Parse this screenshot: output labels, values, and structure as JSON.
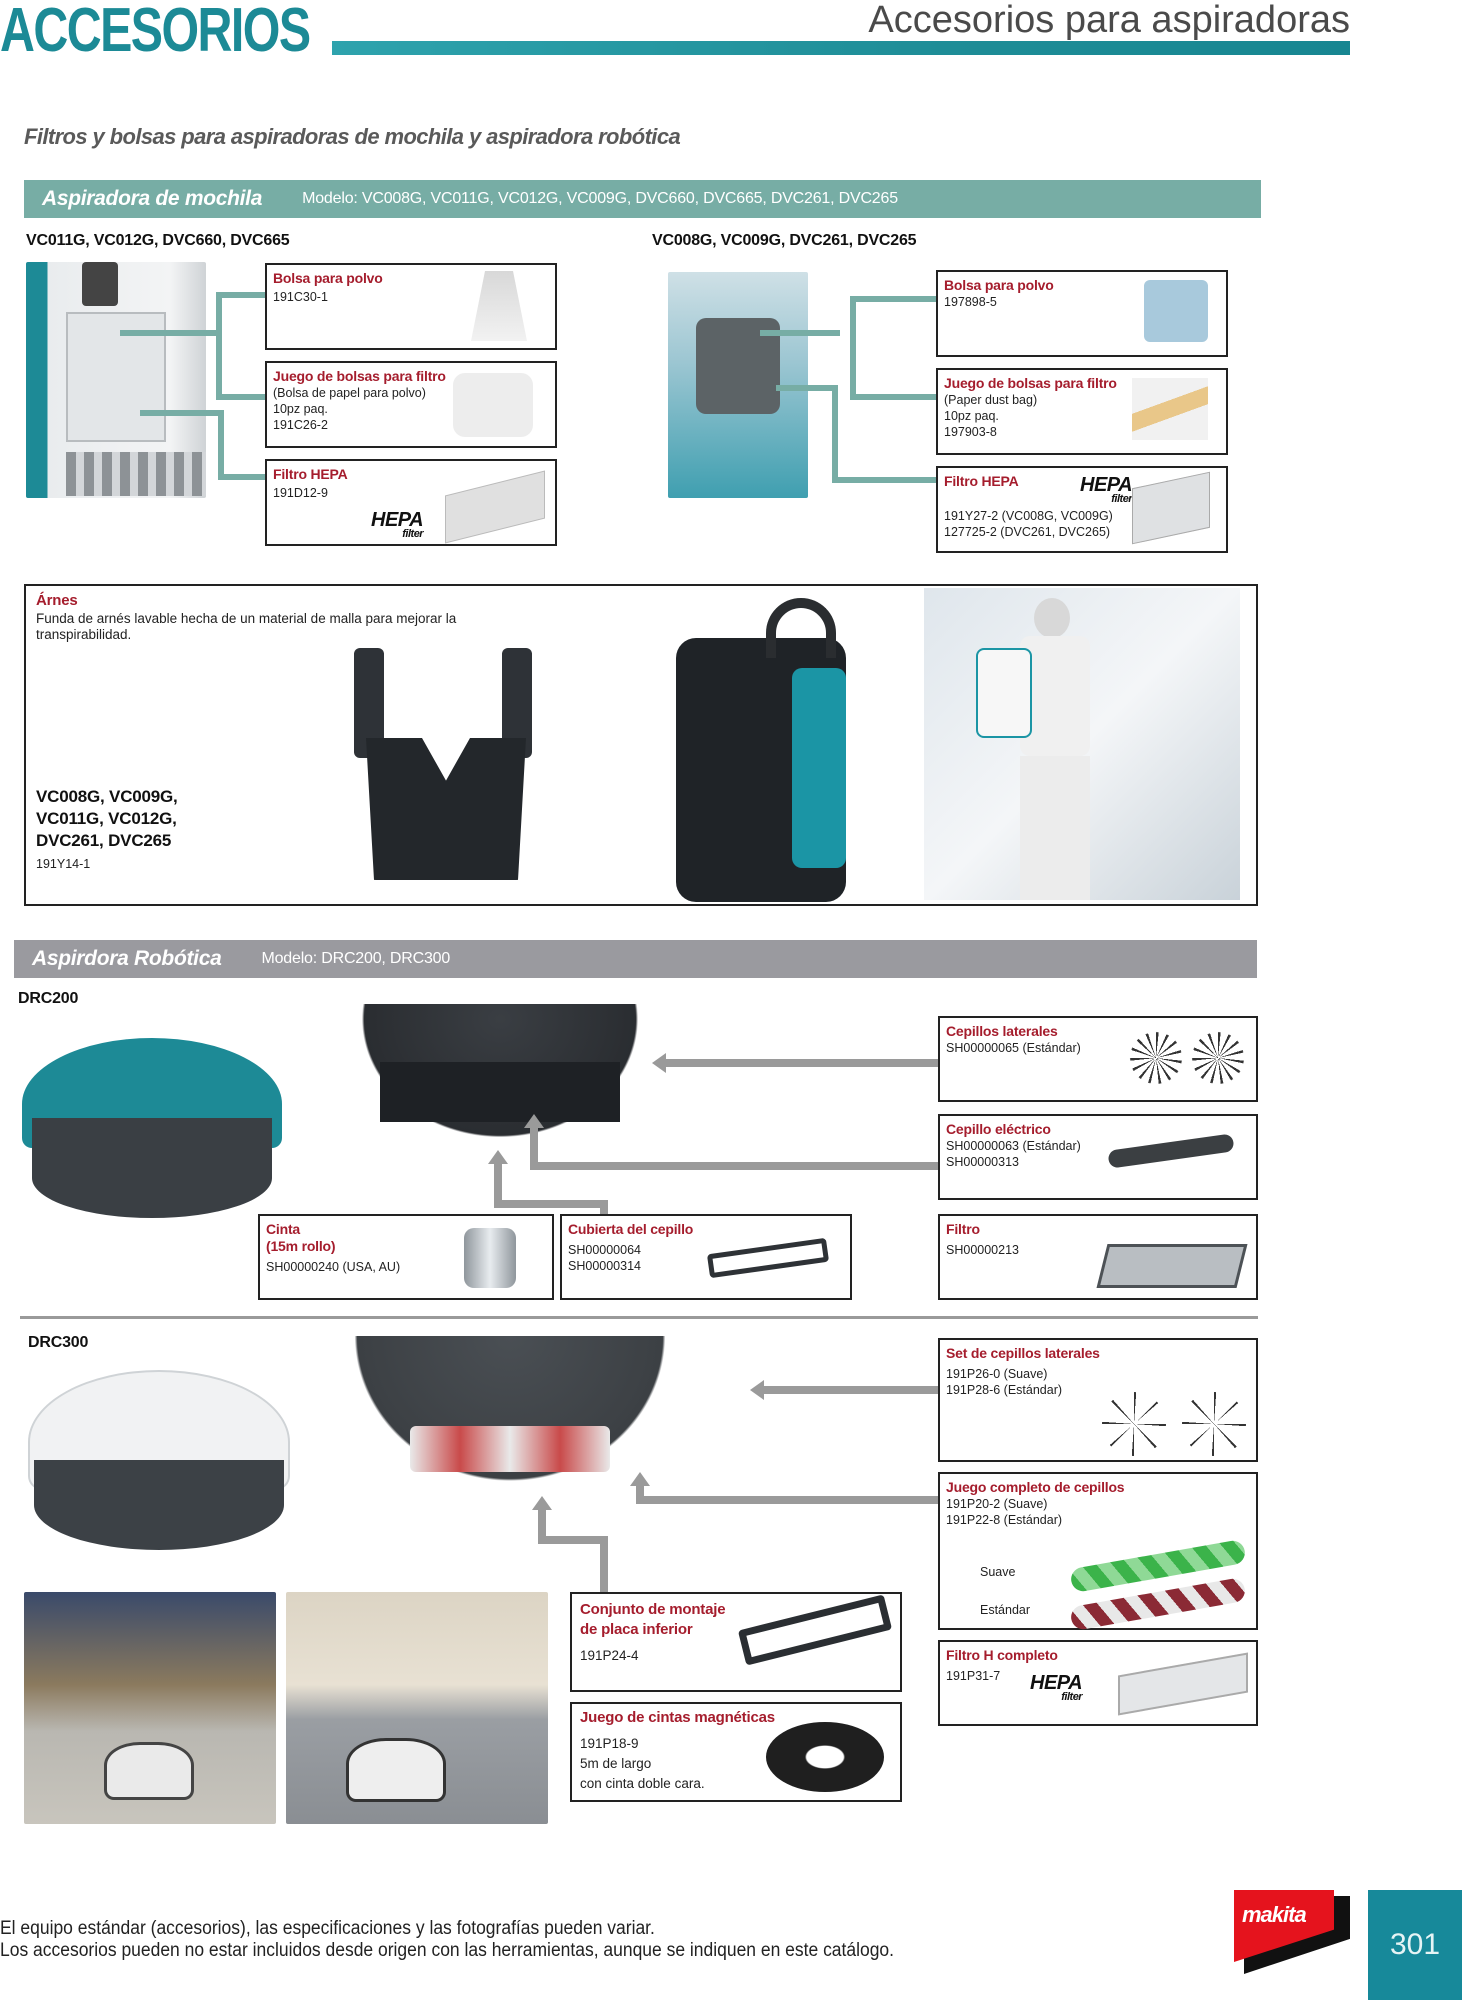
{
  "header": {
    "section_title": "ACCESORIOS",
    "page_title": "Accesorios para aspiradoras",
    "accent_color": "#1c8a96"
  },
  "subheading": "Filtros y bolsas para aspiradoras de mochila y aspiradora robótica",
  "backpack": {
    "band_title": "Aspiradora de mochila",
    "band_models": "Modelo: VC008G, VC011G, VC012G, VC009G, DVC660, DVC665, DVC261, DVC265",
    "band_color": "#77ada5",
    "left": {
      "models": "VC011G, VC012G, DVC660, DVC665",
      "items": [
        {
          "title": "Bolsa para polvo",
          "lines": [
            "191C30-1"
          ]
        },
        {
          "title": "Juego de bolsas para filtro",
          "lines": [
            "(Bolsa de papel para polvo)",
            "10pz paq.",
            "191C26-2"
          ]
        },
        {
          "title": "Filtro HEPA",
          "lines": [
            "191D12-9"
          ],
          "badge": "HEPA",
          "badge_sub": "filter"
        }
      ]
    },
    "right": {
      "models": "VC008G, VC009G, DVC261, DVC265",
      "items": [
        {
          "title": "Bolsa para polvo",
          "lines": [
            "197898-5"
          ]
        },
        {
          "title": "Juego de bolsas para filtro",
          "lines": [
            "(Paper dust bag)",
            "10pz paq.",
            "197903-8"
          ]
        },
        {
          "title": "Filtro HEPA",
          "lines": [
            "191Y27-2 (VC008G, VC009G)",
            "127725-2 (DVC261, DVC265)"
          ],
          "badge": "HEPA",
          "badge_sub": "filter"
        }
      ]
    },
    "harness": {
      "title": "Árnes",
      "description": "Funda de arnés lavable hecha de un material de malla para mejorar la transpirabilidad.",
      "models": [
        "VC008G, VC009G,",
        "VC011G, VC012G,",
        "DVC261, DVC265"
      ],
      "code": "191Y14-1"
    }
  },
  "robotic": {
    "band_title": "Aspirdora Robótica",
    "band_models": "Modelo: DRC200, DRC300",
    "band_color": "#9a9a9f",
    "drc200": {
      "label": "DRC200",
      "items": [
        {
          "title": "Cepillos laterales",
          "lines": [
            "SH00000065  (Estándar)"
          ]
        },
        {
          "title": "Cepillo eléctrico",
          "lines": [
            "SH00000063  (Estándar)",
            "SH00000313"
          ]
        },
        {
          "title": "Filtro",
          "lines": [
            "SH00000213"
          ]
        },
        {
          "title": "Cinta",
          "title2": "(15m rollo)",
          "lines": [
            "SH00000240 (USA, AU)"
          ]
        },
        {
          "title": "Cubierta del cepillo",
          "lines": [
            "SH00000064",
            "SH00000314"
          ]
        }
      ]
    },
    "drc300": {
      "label": "DRC300",
      "items": [
        {
          "title": "Set de cepillos laterales",
          "lines": [
            "191P26-0  (Suave)",
            "191P28-6  (Estándar)"
          ]
        },
        {
          "title": "Juego completo de cepillos",
          "lines": [
            "191P20-2  (Suave)",
            "191P22-8  (Estándar)"
          ],
          "sub_labels": [
            "Suave",
            "Estándar"
          ]
        },
        {
          "title": "Filtro H completo",
          "lines": [
            "191P31-7"
          ],
          "badge": "HEPA",
          "badge_sub": "filter"
        },
        {
          "title": "Conjunto de montaje",
          "title2": "de placa inferior",
          "lines": [
            "191P24-4"
          ]
        },
        {
          "title": "Juego de cintas magnéticas",
          "lines": [
            "191P18-9",
            "5m de largo",
            "con cinta doble cara."
          ]
        }
      ]
    }
  },
  "footer": {
    "note1": "El equipo estándar (accesorios), las especificaciones y las fotografías pueden variar.",
    "note2": "Los accesorios pueden no estar incluidos desde origen con las herramientas, aunque se indiquen en este catálogo.",
    "logo_text": "makita",
    "page_number": "301",
    "logo_color": "#e5131d"
  }
}
